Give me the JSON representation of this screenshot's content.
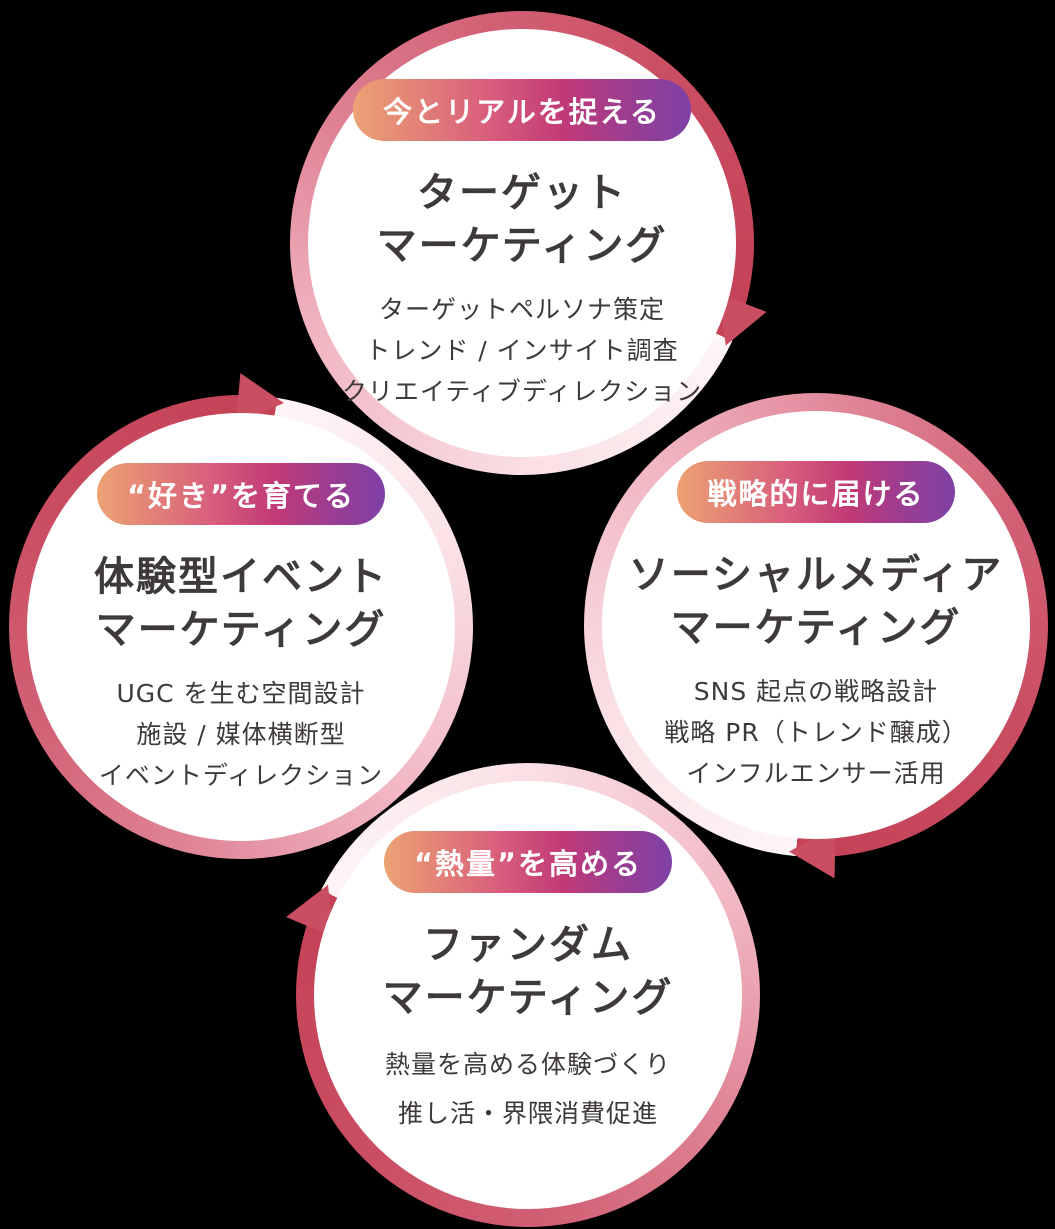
{
  "diagram": {
    "background_color": "#000000",
    "ring_color_tail": "#fef6f7",
    "ring_color_head": "#c44156",
    "arrow_color": "#ca4e62",
    "badge_gradient": [
      "#eca273",
      "#d85e7c",
      "#c13a76",
      "#7e41a6"
    ],
    "text_color": "#3e3a39",
    "nodes": [
      {
        "position": "top",
        "badge": "今とリアルを捉える",
        "title_line1": "ターゲット",
        "title_line2": "マーケティング",
        "items": [
          "ターゲットペルソナ策定",
          "トレンド / インサイト調査",
          "クリエイティブディレクション"
        ]
      },
      {
        "position": "right",
        "badge": "戦略的に届ける",
        "title_line1": "ソーシャルメディア",
        "title_line2": "マーケティング",
        "items": [
          "SNS 起点の戦略設計",
          "戦略 PR（トレンド醸成）",
          "インフルエンサー活用"
        ]
      },
      {
        "position": "bottom",
        "badge": "“熱量”を高める",
        "title_line1": "ファンダム",
        "title_line2": "マーケティング",
        "items": [
          "熱量を高める体験づくり",
          "推し活・界隈消費促進"
        ]
      },
      {
        "position": "left",
        "badge": "“好き”を育てる",
        "title_line1": "体験型イベント",
        "title_line2": "マーケティング",
        "items": [
          "UGC を生む空間設計",
          "施設 / 媒体横断型",
          "イベントディレクション"
        ]
      }
    ]
  }
}
